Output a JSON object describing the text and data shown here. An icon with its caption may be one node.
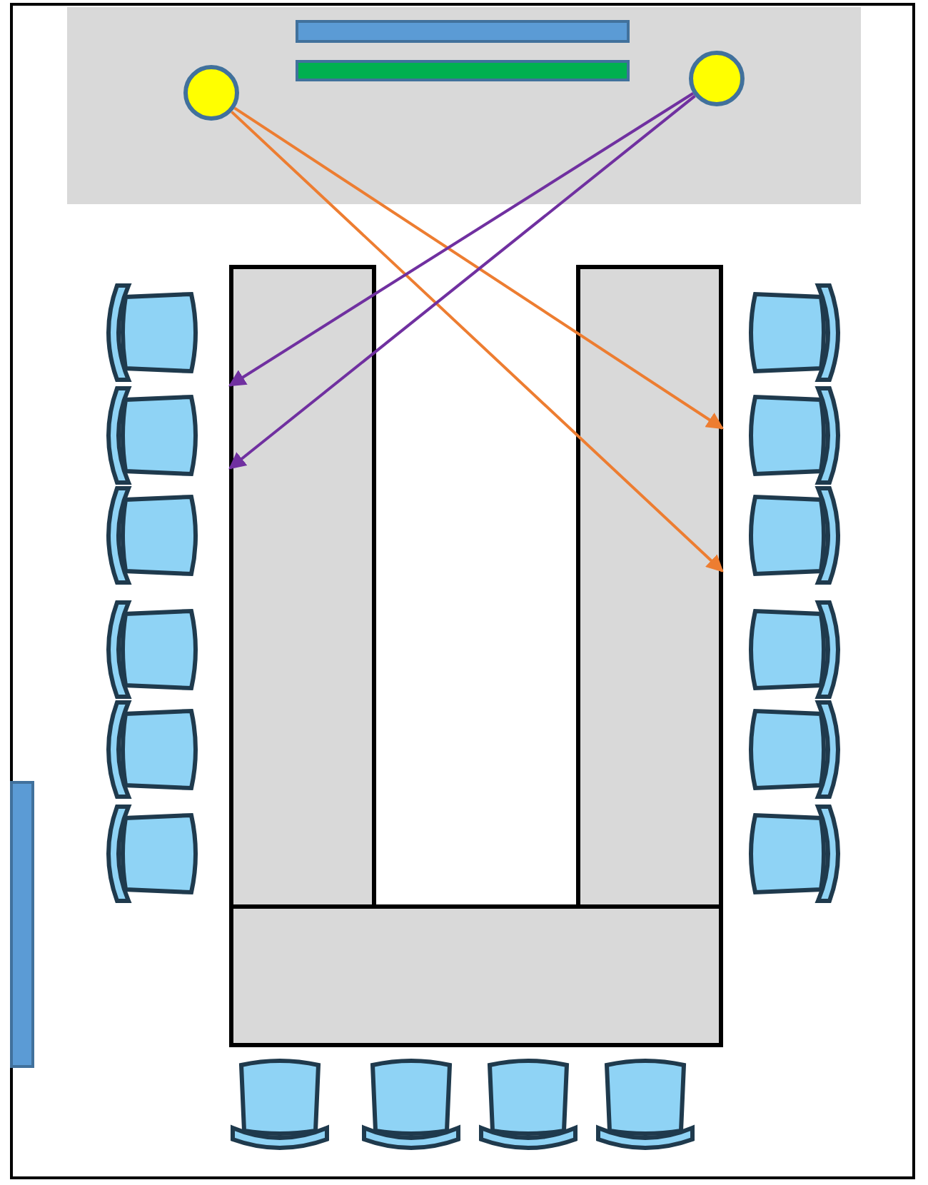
{
  "diagram": {
    "nodes": [
      {
        "text": [],
        "shape": "circle"
      },
      {
        "text": [],
        "shape": "circle"
      },
      {
        "text": [],
        "shape": "box"
      },
      {
        "text": [],
        "shape": "box"
      },
      {
        "text": [],
        "shape": "box"
      }
    ],
    "edges": [
      {
        "from": 0,
        "to": 3,
        "arrow": "to",
        "color": "#ed7d31"
      },
      {
        "from": 0,
        "to": 3,
        "arrow": "to",
        "color": "#ed7d31"
      },
      {
        "from": 1,
        "to": 2,
        "arrow": "to",
        "color": "#7030a0"
      },
      {
        "from": 1,
        "to": 2,
        "arrow": "to",
        "color": "#7030a0"
      }
    ]
  }
}
